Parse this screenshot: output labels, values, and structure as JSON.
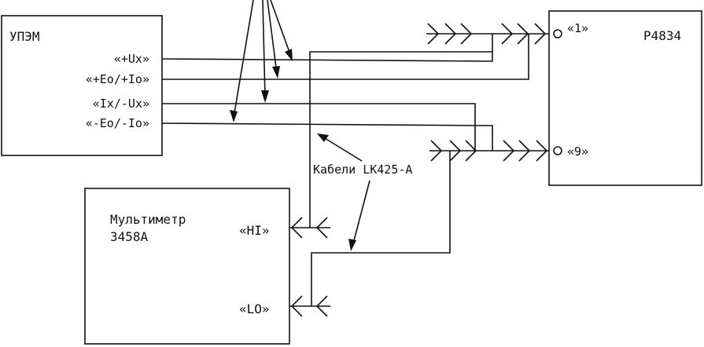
{
  "upem": {
    "title": "УПЭМ",
    "terminals": [
      "«+Ux»",
      "«+Eo/+Io»",
      "«Ix/-Ux»",
      "«-Eo/-Io»"
    ]
  },
  "p4834": {
    "title": "Р4834",
    "terminal_1": "«1»",
    "terminal_9": "«9»"
  },
  "multimeter": {
    "title_line1": "Мультиметр",
    "title_line2": "3458А",
    "hi": "«HI»",
    "lo": "«LO»"
  },
  "cable_label": "Кабели LK425-A"
}
